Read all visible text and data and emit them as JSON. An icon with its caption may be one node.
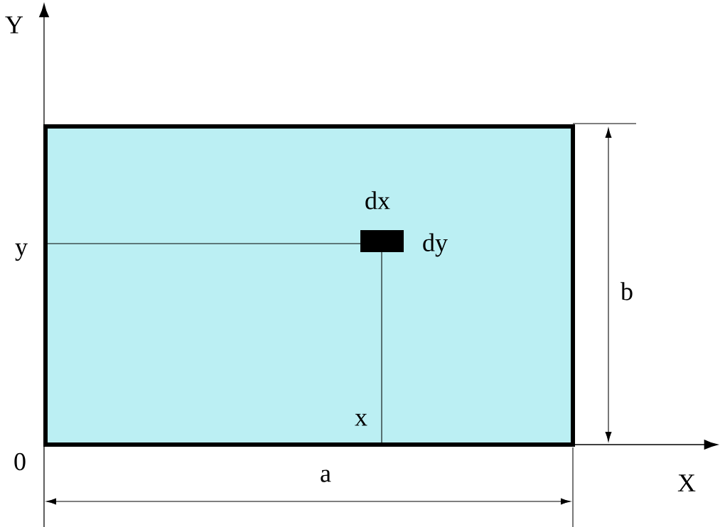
{
  "diagram": {
    "labels": [
      "Y",
      "dx",
      "y",
      "dy",
      "b",
      "x",
      "0",
      "a",
      "X"
    ]
  }
}
